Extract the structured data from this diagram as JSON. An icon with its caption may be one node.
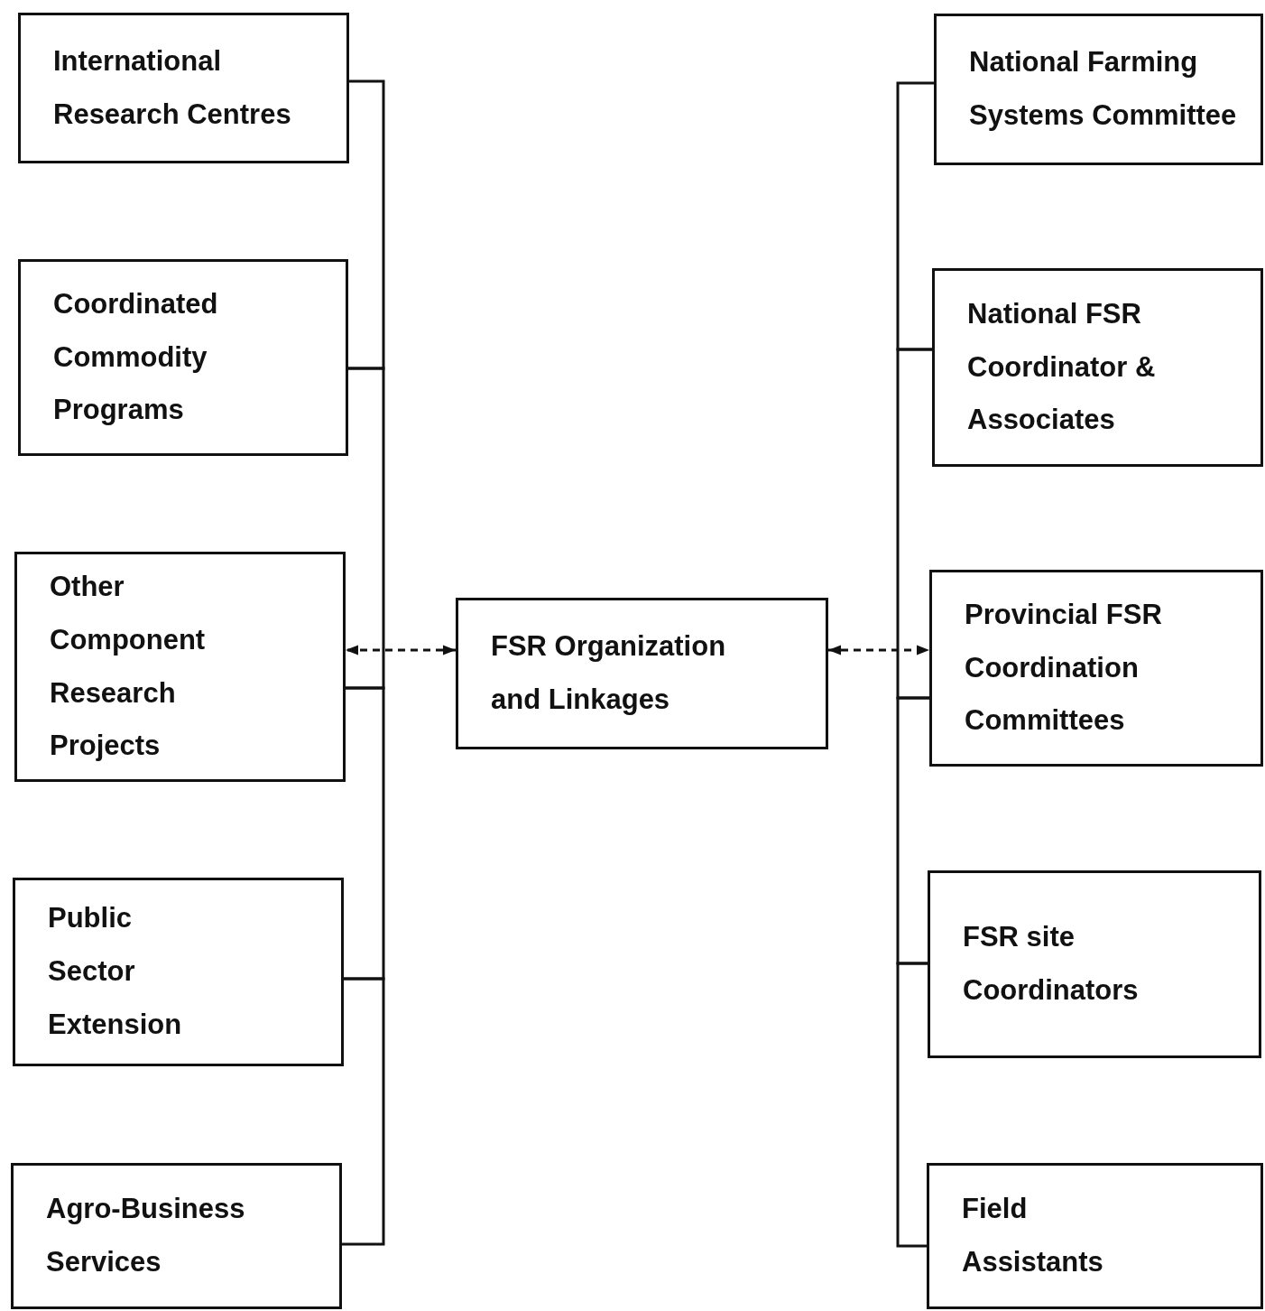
{
  "diagram": {
    "nodes": [
      {
        "text": [
          "International Research Centres"
        ]
      },
      {
        "text": [
          "Coordinated Commodity Programs"
        ]
      },
      {
        "text": [
          "Other Component Research Projects"
        ]
      },
      {
        "text": [
          "Public Sector Extension"
        ]
      },
      {
        "text": [
          "Agro-Business Services"
        ]
      },
      {
        "text": [
          "FSR Organization and Linkages"
        ]
      },
      {
        "text": [
          "National Farming Systems Committee"
        ]
      },
      {
        "text": [
          "National FSR Coordinator & Associates"
        ]
      },
      {
        "text": [
          "Provincial FSR Coordination Committees"
        ]
      },
      {
        "text": [
          "FSR site Coordinators"
        ]
      },
      {
        "text": [
          "Field Assistants"
        ]
      }
    ],
    "edges": [
      {
        "from": 0,
        "to": 1,
        "arrow": "none"
      },
      {
        "from": 1,
        "to": 2,
        "arrow": "none"
      },
      {
        "from": 2,
        "to": 3,
        "arrow": "none"
      },
      {
        "from": 3,
        "to": 4,
        "arrow": "none"
      },
      {
        "from": 5,
        "to": 2,
        "arrow": "both",
        "style": "dashed"
      },
      {
        "from": 6,
        "to": 7,
        "arrow": "none"
      },
      {
        "from": 7,
        "to": 8,
        "arrow": "none"
      },
      {
        "from": 8,
        "to": 9,
        "arrow": "none"
      },
      {
        "from": 9,
        "to": 10,
        "arrow": "none"
      },
      {
        "from": 5,
        "to": 8,
        "arrow": "both",
        "style": "dashed"
      }
    ]
  }
}
